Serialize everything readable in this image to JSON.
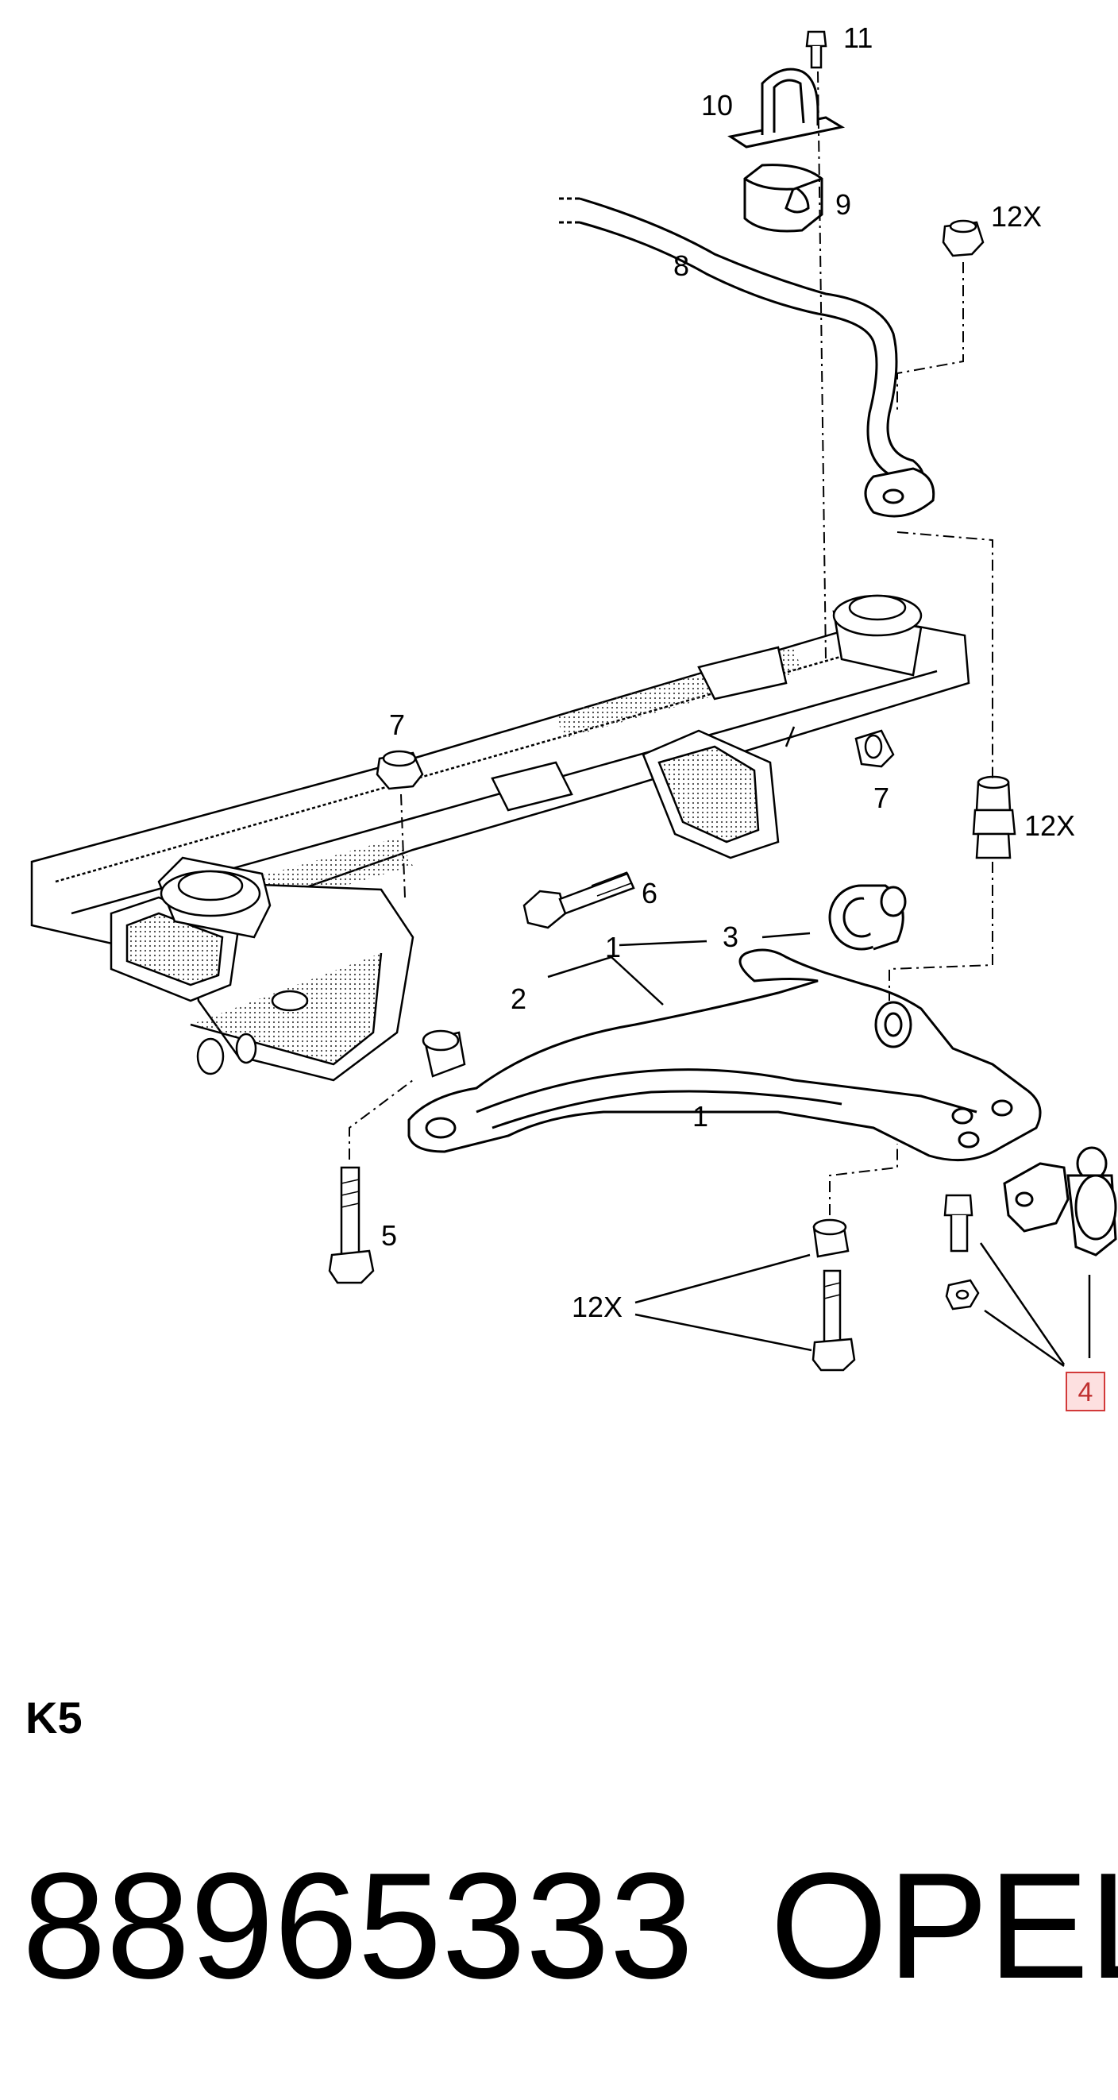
{
  "diagram": {
    "labels": {
      "p11": "11",
      "p10": "10",
      "p9": "9",
      "p12x_top": "12X",
      "p8": "8",
      "p7_left": "7",
      "p7_right": "7",
      "p12x_mid": "12X",
      "p6": "6",
      "p1_upper": "1",
      "p3": "3",
      "p2": "2",
      "p1_lower": "1",
      "p5": "5",
      "p12x_bottom": "12X",
      "p4": "4"
    },
    "highlighted_part": "4",
    "highlight_color": "#d23a3a"
  },
  "footer": {
    "section_code": "K5",
    "part_number": "88965333",
    "brand": "OPEL"
  }
}
